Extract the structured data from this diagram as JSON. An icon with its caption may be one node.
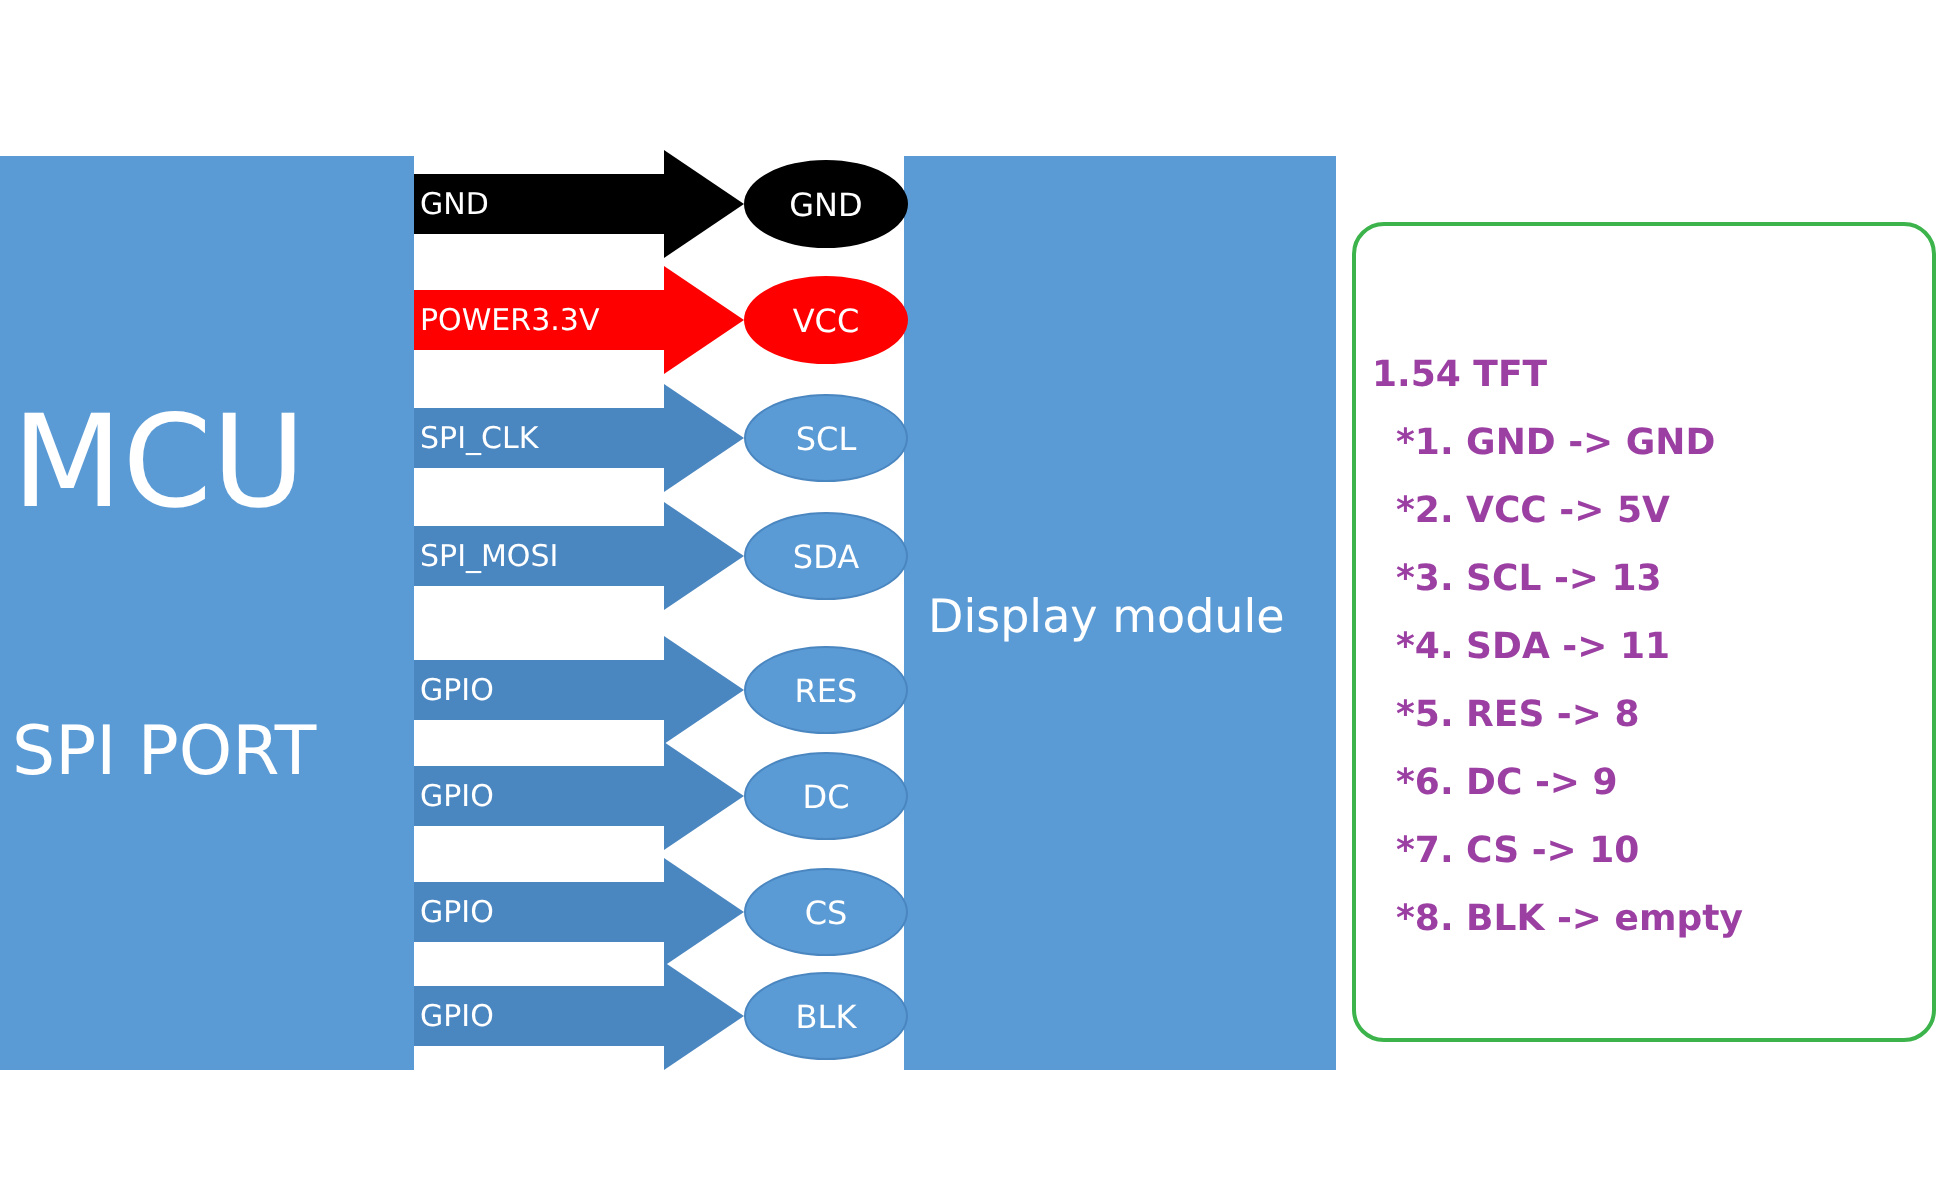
{
  "diagram": {
    "nodes": [
      {
        "text": [
          "MCU",
          "SPI PORT"
        ]
      },
      {
        "text": [
          "Display module"
        ]
      },
      {
        "text": [
          "GND"
        ]
      },
      {
        "text": [
          "VCC"
        ]
      },
      {
        "text": [
          "SCL"
        ]
      },
      {
        "text": [
          "SDA"
        ]
      },
      {
        "text": [
          "RES"
        ]
      },
      {
        "text": [
          "DC"
        ]
      },
      {
        "text": [
          "CS"
        ]
      },
      {
        "text": [
          "BLK"
        ]
      },
      {
        "text": [
          "1.54 TFT",
          "*1. GND -> GND",
          "*2. VCC -> 5V",
          "*3. SCL -> 13",
          "*4. SDA -> 11",
          "*5. RES -> 8",
          "*6. DC -> 9",
          "*7. CS -> 10",
          "*8. BLK -> empty"
        ]
      }
    ],
    "edges": [
      {
        "from": 0,
        "to": 2,
        "arrow": "to",
        "label": "GND",
        "color": "#000000"
      },
      {
        "from": 0,
        "to": 3,
        "arrow": "to",
        "label": "POWER3.3V",
        "color": "#ff0000"
      },
      {
        "from": 0,
        "to": 4,
        "arrow": "to",
        "label": "SPI_CLK"
      },
      {
        "from": 0,
        "to": 5,
        "arrow": "to",
        "label": "SPI_MOSI"
      },
      {
        "from": 0,
        "to": 6,
        "arrow": "to",
        "label": "GPIO"
      },
      {
        "from": 0,
        "to": 7,
        "arrow": "to",
        "label": "GPIO"
      },
      {
        "from": 0,
        "to": 8,
        "arrow": "to",
        "label": "GPIO"
      },
      {
        "from": 0,
        "to": 9,
        "arrow": "to",
        "label": "GPIO"
      }
    ]
  }
}
